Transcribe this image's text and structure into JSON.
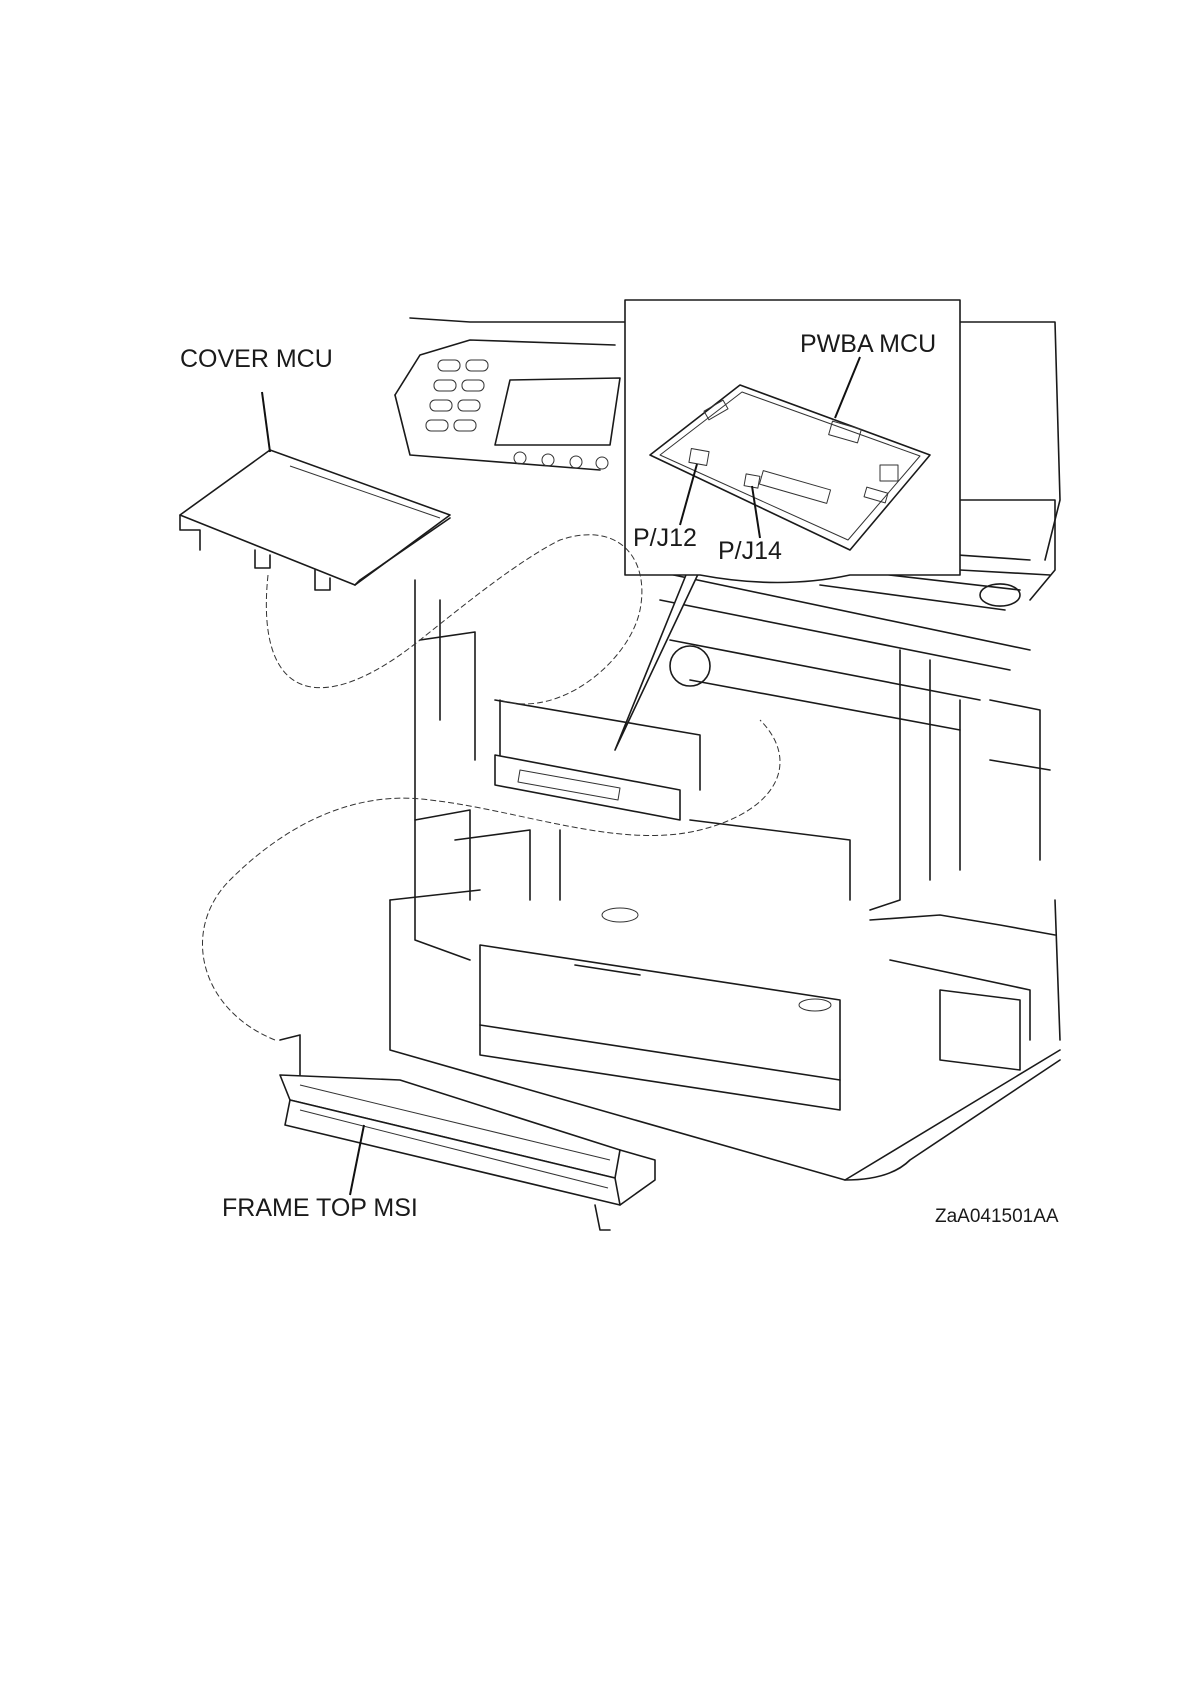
{
  "labels": {
    "cover_mcu": "COVER MCU",
    "pwba_mcu": "PWBA MCU",
    "pj12": "P/J12",
    "pj14": "P/J14",
    "frame_top_msi": "FRAME TOP MSI",
    "figure_code": "ZaA041501AA"
  }
}
